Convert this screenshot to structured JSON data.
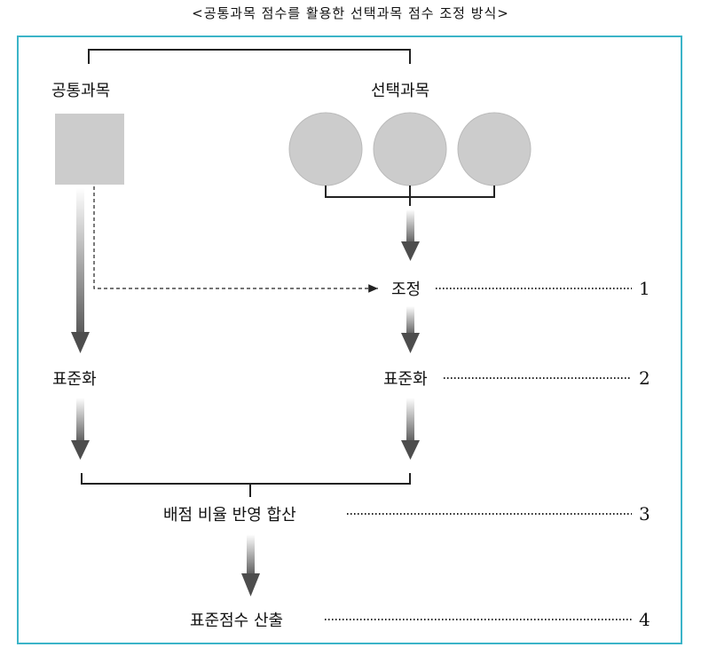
{
  "title": "<공통과목 점수를 활용한 선택과목 점수 조정 방식>",
  "labels": {
    "common_subject": "공통과목",
    "elective_subject": "선택과목",
    "adjust": "조정",
    "standardize_left": "표준화",
    "standardize_right": "표준화",
    "weighted_sum": "배점 비율 반영 합산",
    "standard_score": "표준점수 산출"
  },
  "steps": [
    "1",
    "2",
    "3",
    "4"
  ],
  "colors": {
    "frame": "#3bb4c8",
    "shape_fill": "#cccccc",
    "arrow_dark": "#4d4d4d",
    "line": "#222222"
  }
}
